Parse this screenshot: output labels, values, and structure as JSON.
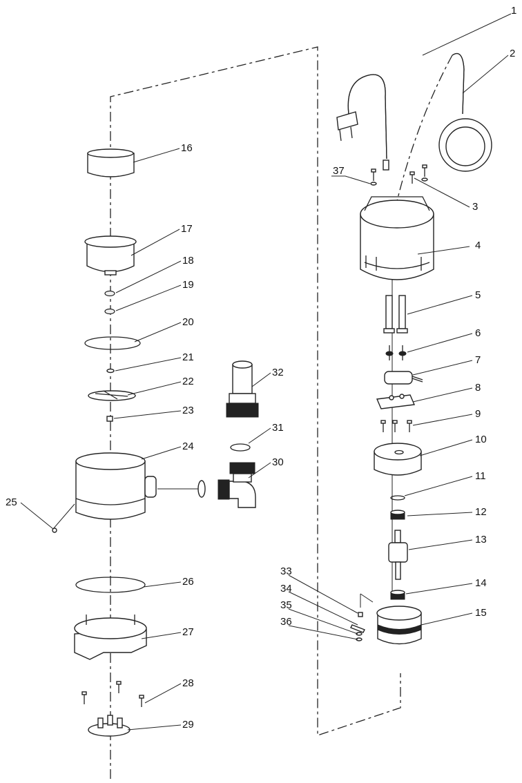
{
  "parts": [
    {
      "id": "1",
      "label": "1"
    },
    {
      "id": "2",
      "label": "2"
    },
    {
      "id": "3",
      "label": "3"
    },
    {
      "id": "4",
      "label": "4"
    },
    {
      "id": "5",
      "label": "5"
    },
    {
      "id": "6",
      "label": "6"
    },
    {
      "id": "7",
      "label": "7"
    },
    {
      "id": "8",
      "label": "8"
    },
    {
      "id": "9",
      "label": "9"
    },
    {
      "id": "10",
      "label": "10"
    },
    {
      "id": "11",
      "label": "11"
    },
    {
      "id": "12",
      "label": "12"
    },
    {
      "id": "13",
      "label": "13"
    },
    {
      "id": "14",
      "label": "14"
    },
    {
      "id": "15",
      "label": "15"
    },
    {
      "id": "16",
      "label": "16"
    },
    {
      "id": "17",
      "label": "17"
    },
    {
      "id": "18",
      "label": "18"
    },
    {
      "id": "19",
      "label": "19"
    },
    {
      "id": "20",
      "label": "20"
    },
    {
      "id": "21",
      "label": "21"
    },
    {
      "id": "22",
      "label": "22"
    },
    {
      "id": "23",
      "label": "23"
    },
    {
      "id": "24",
      "label": "24"
    },
    {
      "id": "25",
      "label": "25"
    },
    {
      "id": "26",
      "label": "26"
    },
    {
      "id": "27",
      "label": "27"
    },
    {
      "id": "28",
      "label": "28"
    },
    {
      "id": "29",
      "label": "29"
    },
    {
      "id": "30",
      "label": "30"
    },
    {
      "id": "31",
      "label": "31"
    },
    {
      "id": "32",
      "label": "32"
    },
    {
      "id": "33",
      "label": "33"
    },
    {
      "id": "34",
      "label": "34"
    },
    {
      "id": "35",
      "label": "35"
    },
    {
      "id": "36",
      "label": "36"
    },
    {
      "id": "37",
      "label": "37"
    }
  ]
}
